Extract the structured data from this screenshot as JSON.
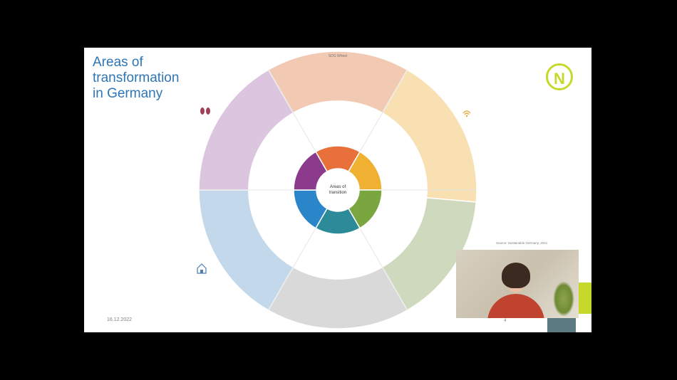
{
  "slide": {
    "title_lines": [
      "Areas of",
      "transformation",
      "in Germany"
    ],
    "logo_letter": "N",
    "date": "16.12.2022",
    "source": "Source: Sustainable Germany, 2021",
    "page_number": "4"
  },
  "wheel": {
    "center_label_lines": [
      "Areas of",
      "transition"
    ],
    "colors": {
      "orange": "#e8703a",
      "amber": "#f0b032",
      "green": "#7aa640",
      "teal": "#2c8a99",
      "blue": "#2b86c9",
      "purple": "#8b3a8c",
      "outer_red": "#f2c9b3",
      "outer_amber": "#f8e0b3",
      "outer_green": "#cfd9be",
      "outer_blue": "#c4d8ec",
      "outer_purple": "#dcc6df",
      "outer_gray": "#d9d9d9"
    },
    "outer_top_label": "SDG Wheel"
  },
  "icons": {
    "left_top": "people-icon",
    "left_bottom": "house-icon",
    "right_top": "wifi-signal-icon"
  }
}
